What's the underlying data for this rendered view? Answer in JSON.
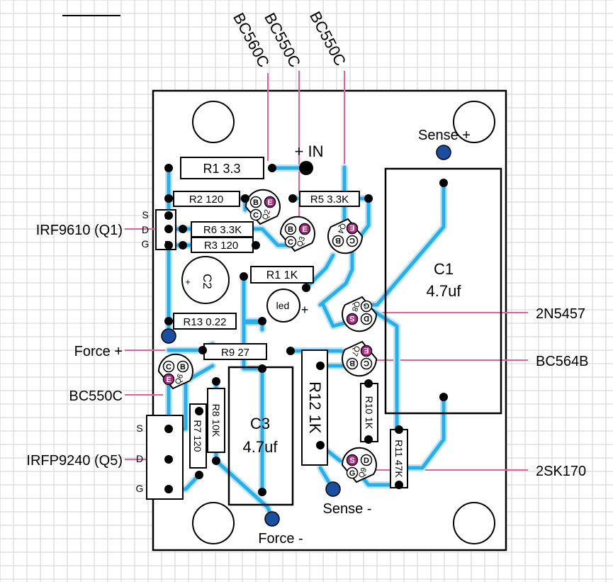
{
  "components": {
    "r1_top": "R1 3.3",
    "r2": "R2 120",
    "r5": "R5 3.3K",
    "r6": "R6 3.3K",
    "r3": "R3 120",
    "r1_mid": "R1 1K",
    "r13": "R13 0.22",
    "r9": "R9 27",
    "r12": "R12 1K",
    "r10": "R10 1K",
    "r8": "R8 10K",
    "r7": "R7 120",
    "r11": "R11 47K",
    "c1_name": "C1",
    "c1_value": "4.7uf",
    "c3_name": "C3",
    "c3_value": "4.7uf",
    "c2": "C2",
    "led": "led",
    "led_plus": "+",
    "c2_plus": "+"
  },
  "transistors": {
    "q2": "Q2",
    "q3": "Q3",
    "q4": "Q4",
    "q6": "Q6",
    "q7": "Q7",
    "q8": "Q8",
    "q9": "Q9"
  },
  "pins": {
    "b": "B",
    "c": "C",
    "e": "E",
    "d": "D",
    "g": "G",
    "s": "S"
  },
  "labels": {
    "in_plus": "+ IN",
    "sense_plus": "Sense +",
    "sense_minus": "Sense -",
    "force_plus": "Force +",
    "force_minus": "Force -",
    "top_a": "BC560C",
    "top_b": "BC550C",
    "top_c": "BC550C",
    "irf9610": "IRF9610 (Q1)",
    "bc550c_left": "BC550C",
    "irfp9240": "IRFP9240 (Q5)",
    "n2n5457": "2N5457",
    "bc564b": "BC564B",
    "sk170": "2SK170"
  },
  "colors": {
    "trace": "#29aee8",
    "trace_glow": "#bfe6f8",
    "callout": "#e060a0",
    "pad_blue": "#1a4ea0",
    "pin_magenta": "#b02a8a",
    "grid": "#d2d2d2"
  }
}
